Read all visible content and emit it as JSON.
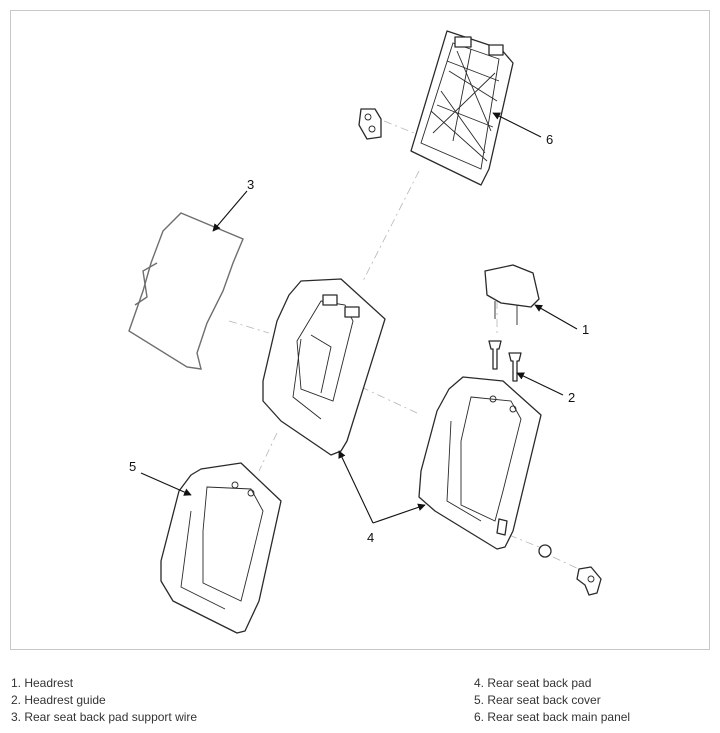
{
  "callouts": [
    "1",
    "2",
    "3",
    "4",
    "4",
    "5",
    "6"
  ],
  "legend_left": [
    "1. Headrest",
    "2. Headrest guide",
    "3. Rear seat back pad support wire"
  ],
  "legend_right": [
    "4. Rear seat back pad",
    "5. Rear seat back cover",
    "6. Rear seat back main panel"
  ]
}
